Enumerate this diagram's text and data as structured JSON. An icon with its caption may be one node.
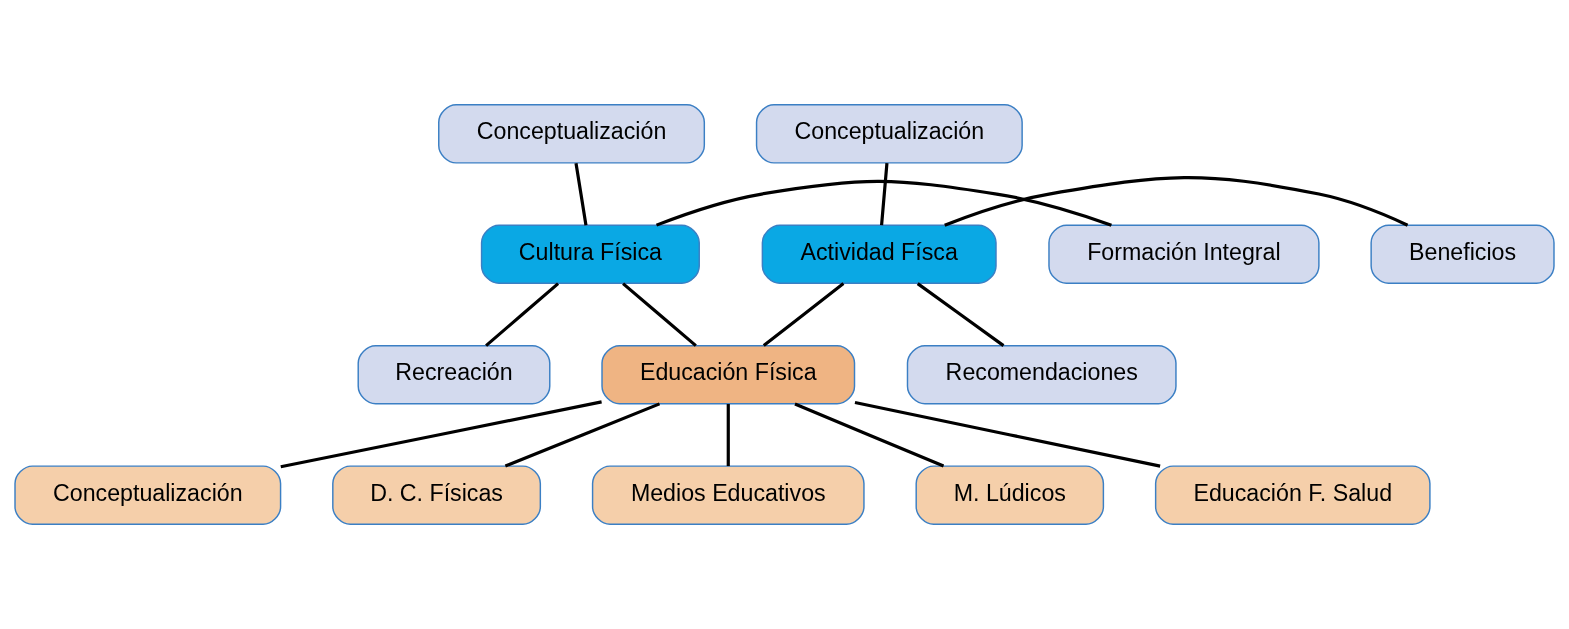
{
  "diagram": {
    "nodes": [
      {
        "text": [
          "Conceptualización"
        ]
      },
      {
        "text": [
          "Conceptualización"
        ]
      },
      {
        "text": [
          "Formación Integral"
        ]
      },
      {
        "text": [
          "Cultura Física"
        ]
      },
      {
        "text": [
          "Actividad Físca"
        ]
      },
      {
        "text": [
          "Beneficios"
        ]
      },
      {
        "text": [
          "Recreación"
        ]
      },
      {
        "text": [
          "Recomendaciones"
        ]
      },
      {
        "text": [
          "Educación Física"
        ]
      },
      {
        "text": [
          "Conceptualización"
        ]
      },
      {
        "text": [
          "D. C. Físicas"
        ]
      },
      {
        "text": [
          "Medios Educativos"
        ]
      },
      {
        "text": [
          "M. Lúdicos"
        ]
      },
      {
        "text": [
          "Educación F. Salud"
        ]
      }
    ],
    "edges": [
      {
        "from": 3,
        "to": 8,
        "arrow": "none"
      },
      {
        "from": 4,
        "to": 8,
        "arrow": "none"
      },
      {
        "from": 0,
        "to": 3,
        "arrow": "none"
      },
      {
        "from": 2,
        "to": 3,
        "arrow": "none"
      },
      {
        "from": 3,
        "to": 6,
        "arrow": "none"
      },
      {
        "from": 1,
        "to": 4,
        "arrow": "none"
      },
      {
        "from": 4,
        "to": 5,
        "arrow": "none"
      },
      {
        "from": 4,
        "to": 7,
        "arrow": "none"
      },
      {
        "from": 8,
        "to": 9,
        "arrow": "none"
      },
      {
        "from": 8,
        "to": 11,
        "arrow": "none"
      },
      {
        "from": 8,
        "to": 13,
        "arrow": "none"
      },
      {
        "from": 8,
        "to": 12,
        "arrow": "none"
      },
      {
        "from": 8,
        "to": 10,
        "arrow": "none"
      }
    ]
  }
}
